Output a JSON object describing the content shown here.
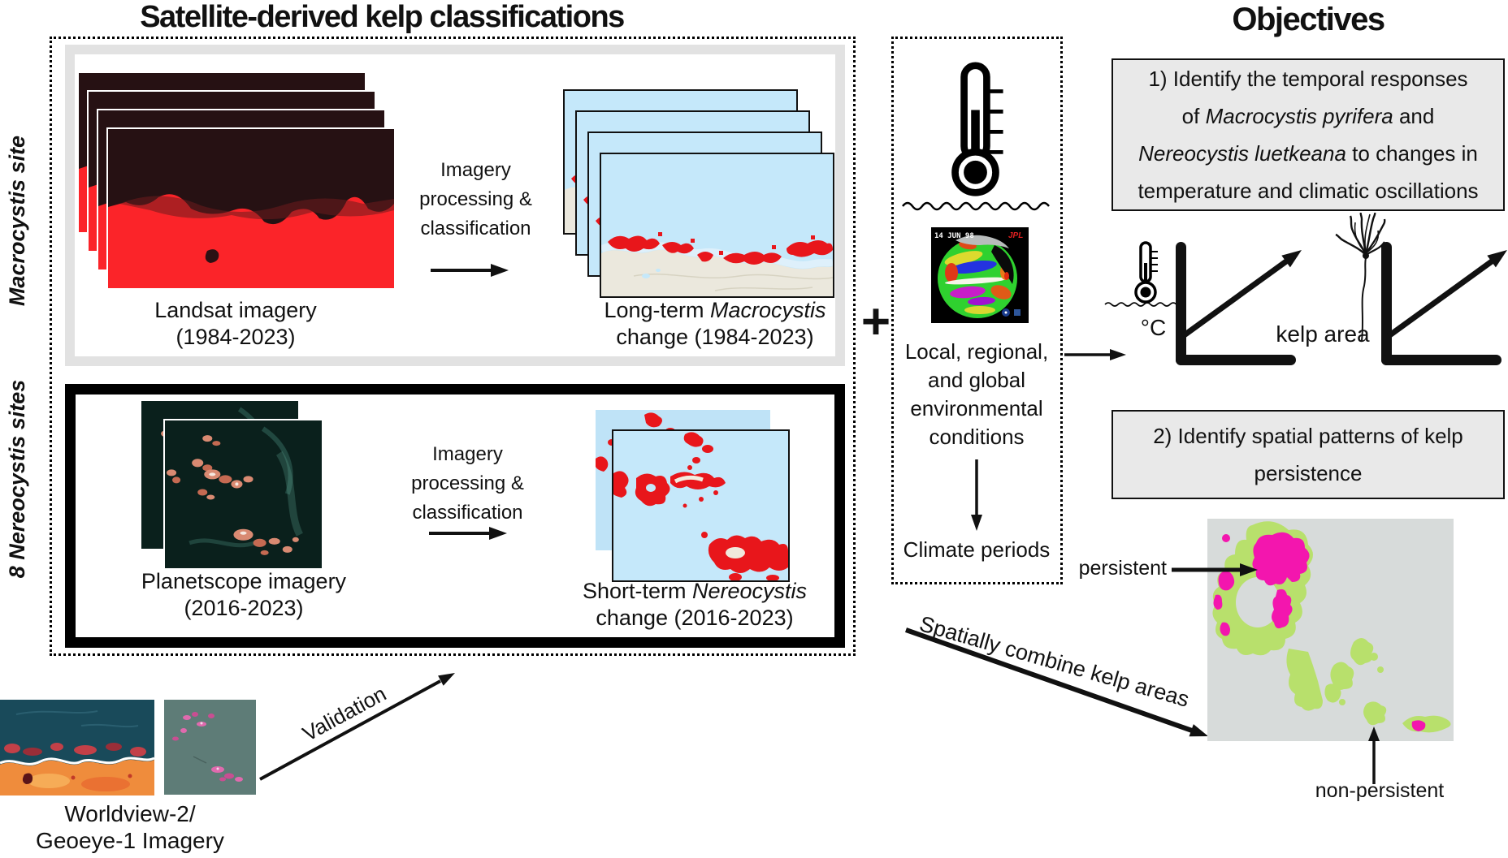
{
  "left": {
    "title": "Satellite-derived kelp classifications",
    "macrocystis": {
      "site_label": "Macrocystis site",
      "input_line1": "Landsat imagery",
      "input_line2": "(1984-2023)",
      "process": [
        "Imagery",
        "processing &",
        "classification"
      ],
      "output_prefix": "Long-term ",
      "output_species": "Macrocystis",
      "output_line2": "change (1984-2023)"
    },
    "nereocystis": {
      "site_label": "8 Nereocystis sites",
      "input_line1": "Planetscope imagery",
      "input_line2": "(2016-2023)",
      "process": [
        "Imagery",
        "processing &",
        "classification"
      ],
      "output_prefix": "Short-term ",
      "output_species": "Nereocystis",
      "output_line2": "change (2016-2023)"
    },
    "validation": {
      "arrow_label": "Validation",
      "imagery_line1": "Worldview-2/",
      "imagery_line2": "Geoeye-1 Imagery"
    }
  },
  "middle": {
    "plus_sign": "+",
    "globe": {
      "date": "14 JUN 98",
      "agency": "JPL"
    },
    "conditions": [
      "Local, regional,",
      "and global",
      "environmental",
      "conditions"
    ],
    "climate_label": "Climate periods"
  },
  "right": {
    "title": "Objectives",
    "objective1": {
      "line1": "1) Identify the temporal responses",
      "line2_pre": "of ",
      "line2_species": "Macrocystis pyrifera",
      "line2_post": " and",
      "line3_species": "Nereocystis luetkeana",
      "line3_post": " to changes in",
      "line4": "temperature and climatic oscillations"
    },
    "graphs": {
      "temp_axis_label": "°C",
      "kelp_axis_label": "kelp area"
    },
    "objective2": {
      "line1": "2) Identify spatial patterns of kelp",
      "line2": "persistence"
    },
    "combine_label": "Spatially combine kelp areas",
    "persistence_map": {
      "persistent_label": "persistent",
      "non_persistent_label": "non-persistent"
    }
  },
  "colors": {
    "classification_red": "#e8161b",
    "landsat_red": "#fb2429",
    "map_sea_blue": "#c5e8fa",
    "persistent_magenta": "#f316ae",
    "non_persistent_green": "#b8e06c",
    "objective_box_gray": "#e9e9e9"
  }
}
